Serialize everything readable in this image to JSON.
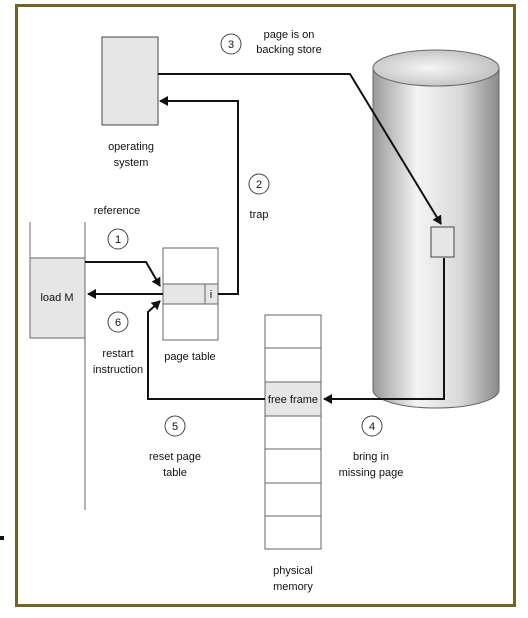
{
  "labels": {
    "os_line1": "operating",
    "os_line2": "system",
    "reference": "reference",
    "load_m": "load M",
    "trap": "trap",
    "page_table": "page table",
    "invalid_bit": "i",
    "restart_line1": "restart",
    "restart_line2": "instruction",
    "backing_line1": "page is on",
    "backing_line2": "backing store",
    "free_frame": "free frame",
    "bring_line1": "bring in",
    "bring_line2": "missing page",
    "reset_line1": "reset page",
    "reset_line2": "table",
    "phys_line1": "physical",
    "phys_line2": "memory"
  },
  "steps": {
    "s1": "1",
    "s2": "2",
    "s3": "3",
    "s4": "4",
    "s5": "5",
    "s6": "6"
  },
  "colors": {
    "box_fill": "#e6e6e6",
    "cylinder_gradient_light": "#f2f2f2",
    "cylinder_gradient_dark": "#8a8a8a",
    "frame_border": "#6f6424",
    "line": "#111111"
  }
}
